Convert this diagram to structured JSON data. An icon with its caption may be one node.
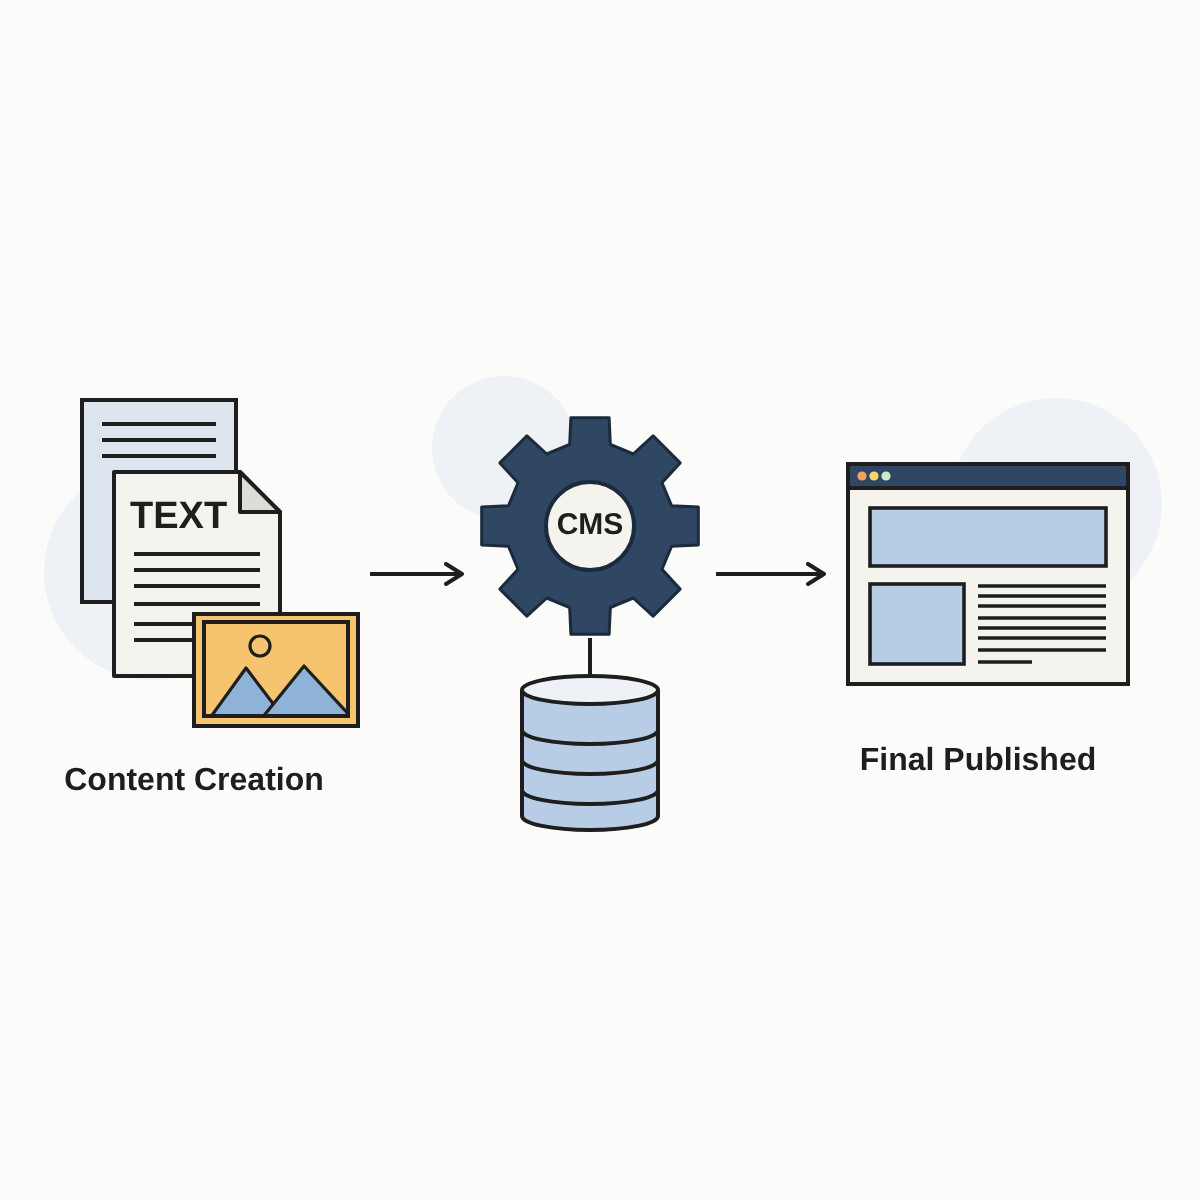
{
  "diagram": {
    "nodes": [
      {
        "text": [],
        "shape": "picture",
        "beside": [
          "Content Creation"
        ]
      },
      {
        "text": [
          "TEXT"
        ],
        "in": 0
      },
      {
        "text": [
          "CMS"
        ]
      },
      {
        "text": [],
        "shape": "cylinder"
      },
      {
        "text": [],
        "shape": "picture",
        "beside": [
          "Final Published"
        ]
      }
    ],
    "edges": [
      {
        "from": 0,
        "to": 2,
        "arrow": "to"
      },
      {
        "from": 2,
        "to": 3,
        "arrow": "none"
      },
      {
        "from": 2,
        "to": 4,
        "arrow": "to"
      }
    ]
  }
}
